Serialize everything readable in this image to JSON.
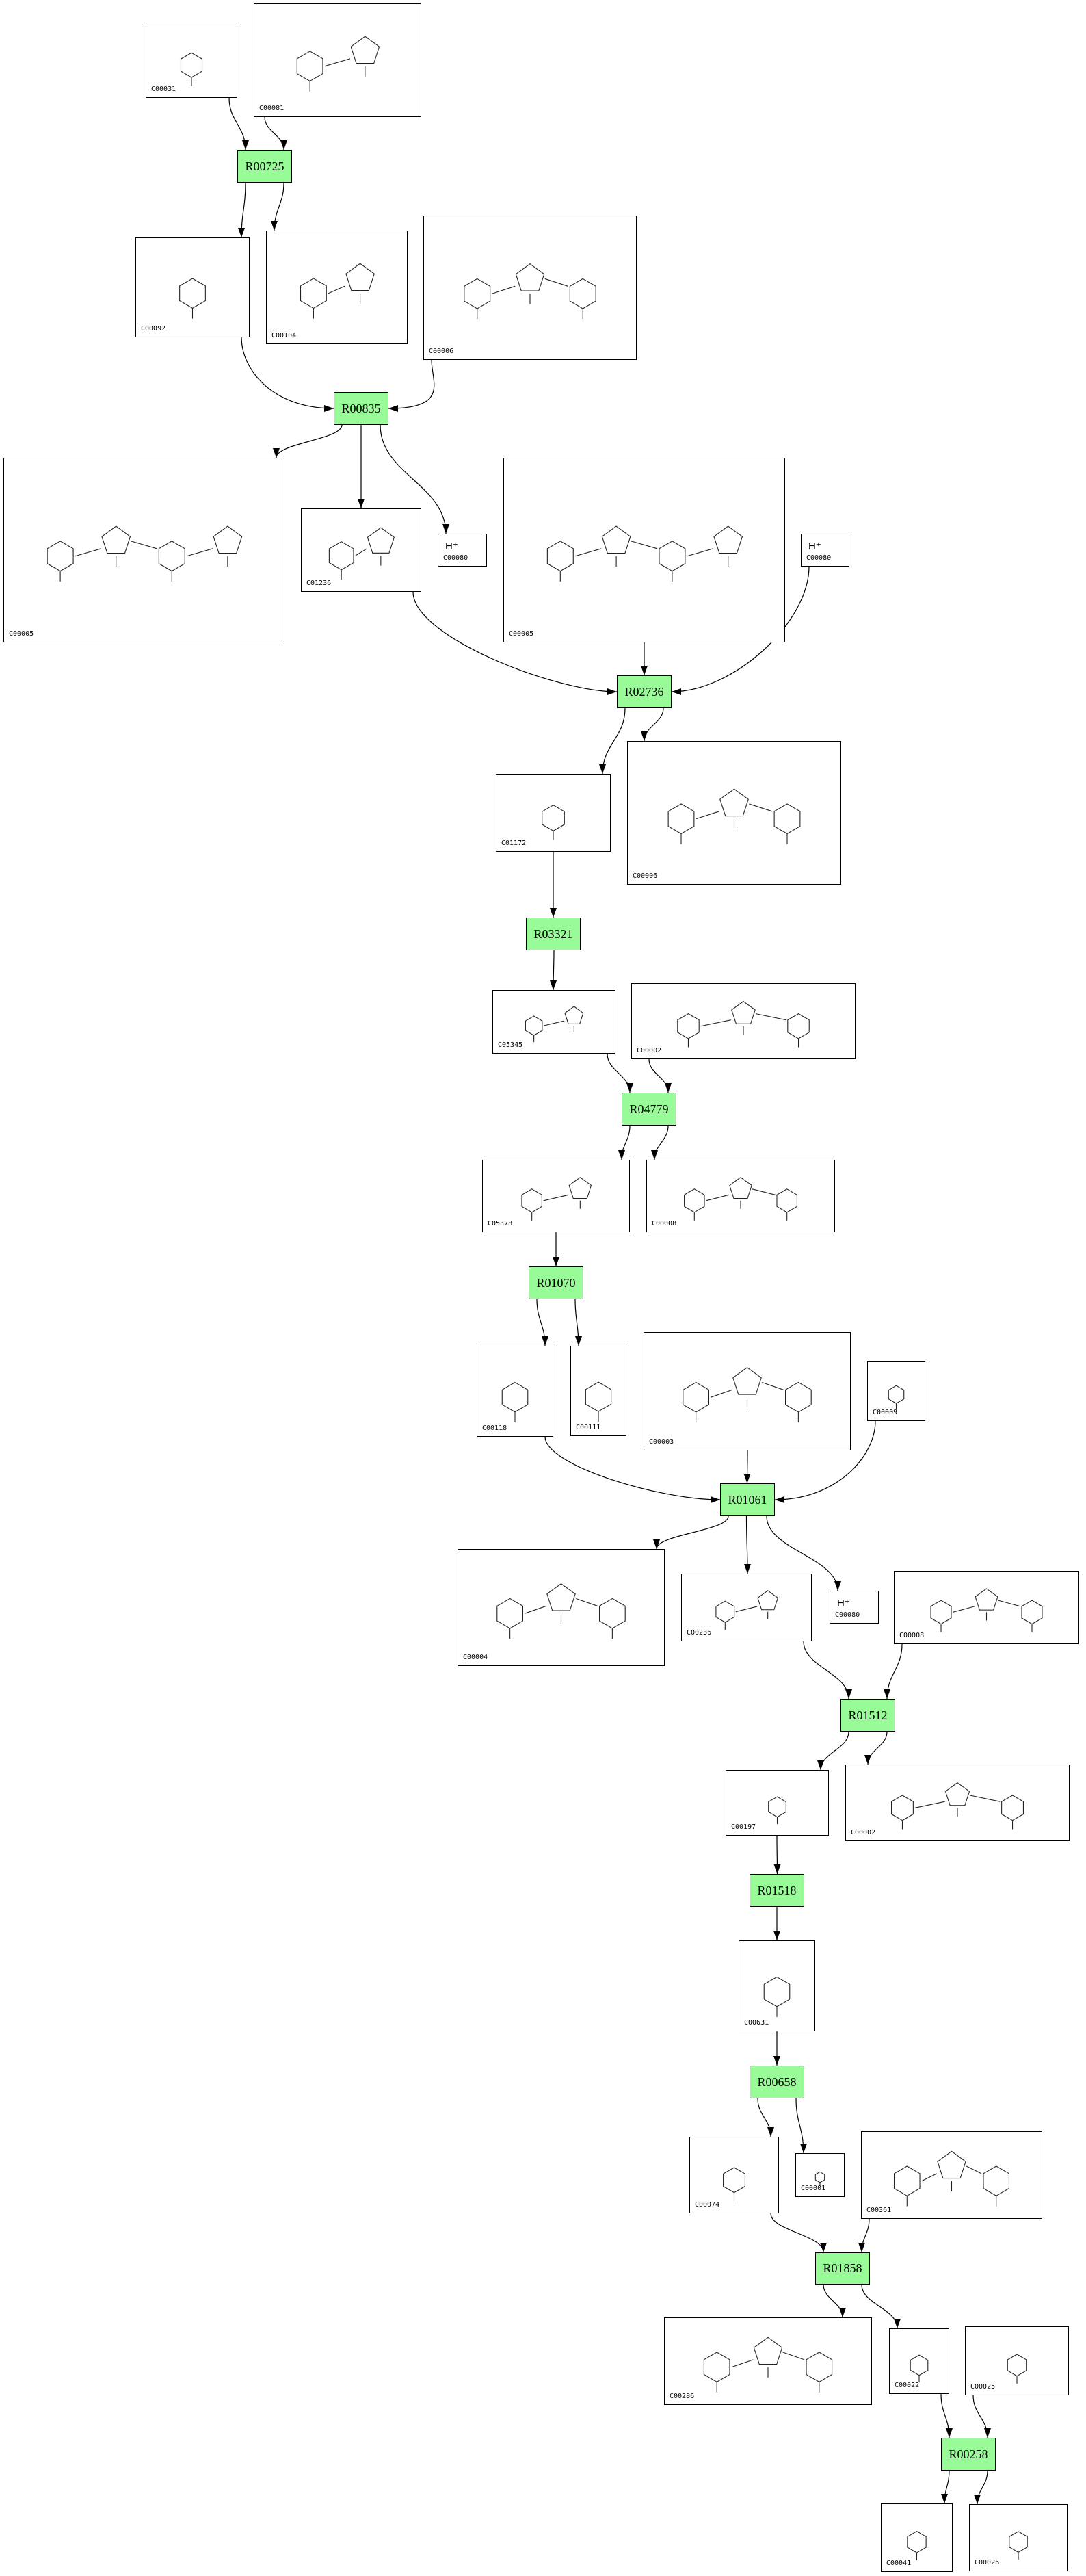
{
  "colors": {
    "reaction_fill": "#98fb98",
    "border": "#000000",
    "edge": "#000000"
  },
  "nodes": [
    {
      "key": "c00031",
      "type": "compound",
      "label": "C00031"
    },
    {
      "key": "c00081",
      "type": "compound",
      "label": "C00081"
    },
    {
      "key": "R00725",
      "type": "reaction",
      "label": "R00725"
    },
    {
      "key": "c00092",
      "type": "compound",
      "label": "C00092"
    },
    {
      "key": "c00104",
      "type": "compound",
      "label": "C00104"
    },
    {
      "key": "c00006a",
      "type": "compound",
      "label": "C00006"
    },
    {
      "key": "R00835",
      "type": "reaction",
      "label": "R00835"
    },
    {
      "key": "c00005a",
      "type": "compound",
      "label": "C00005"
    },
    {
      "key": "c01236",
      "type": "compound",
      "label": "C01236"
    },
    {
      "key": "c00080a",
      "type": "compound",
      "label": "C00080",
      "symbol": "H⁺"
    },
    {
      "key": "c00005b",
      "type": "compound",
      "label": "C00005"
    },
    {
      "key": "c00080b",
      "type": "compound",
      "label": "C00080",
      "symbol": "H⁺"
    },
    {
      "key": "R02736",
      "type": "reaction",
      "label": "R02736"
    },
    {
      "key": "c01172",
      "type": "compound",
      "label": "C01172"
    },
    {
      "key": "c00006b",
      "type": "compound",
      "label": "C00006"
    },
    {
      "key": "R03321",
      "type": "reaction",
      "label": "R03321"
    },
    {
      "key": "c05345",
      "type": "compound",
      "label": "C05345"
    },
    {
      "key": "c00002a",
      "type": "compound",
      "label": "C00002"
    },
    {
      "key": "R04779",
      "type": "reaction",
      "label": "R04779"
    },
    {
      "key": "c05378",
      "type": "compound",
      "label": "C05378"
    },
    {
      "key": "c00008a",
      "type": "compound",
      "label": "C00008"
    },
    {
      "key": "R01070",
      "type": "reaction",
      "label": "R01070"
    },
    {
      "key": "c00118",
      "type": "compound",
      "label": "C00118"
    },
    {
      "key": "c00111",
      "type": "compound",
      "label": "C00111"
    },
    {
      "key": "c00003a",
      "type": "compound",
      "label": "C00003"
    },
    {
      "key": "c00009",
      "type": "compound",
      "label": "C00009"
    },
    {
      "key": "R01061",
      "type": "reaction",
      "label": "R01061"
    },
    {
      "key": "c00004",
      "type": "compound",
      "label": "C00004"
    },
    {
      "key": "c00236",
      "type": "compound",
      "label": "C00236"
    },
    {
      "key": "c00080c",
      "type": "compound",
      "label": "C00080",
      "symbol": "H⁺"
    },
    {
      "key": "c00008b",
      "type": "compound",
      "label": "C00008"
    },
    {
      "key": "R01512",
      "type": "reaction",
      "label": "R01512"
    },
    {
      "key": "c00197",
      "type": "compound",
      "label": "C00197"
    },
    {
      "key": "c00002b",
      "type": "compound",
      "label": "C00002"
    },
    {
      "key": "R01518",
      "type": "reaction",
      "label": "R01518"
    },
    {
      "key": "c00631",
      "type": "compound",
      "label": "C00631"
    },
    {
      "key": "R00658",
      "type": "reaction",
      "label": "R00658"
    },
    {
      "key": "c00074",
      "type": "compound",
      "label": "C00074"
    },
    {
      "key": "c00001",
      "type": "compound",
      "label": "C00001"
    },
    {
      "key": "c00361",
      "type": "compound",
      "label": "C00361"
    },
    {
      "key": "R01858",
      "type": "reaction",
      "label": "R01858"
    },
    {
      "key": "c00286",
      "type": "compound",
      "label": "C00286"
    },
    {
      "key": "c00022",
      "type": "compound",
      "label": "C00022"
    },
    {
      "key": "c00025",
      "type": "compound",
      "label": "C00025"
    },
    {
      "key": "R00258",
      "type": "reaction",
      "label": "R00258"
    },
    {
      "key": "c00041",
      "type": "compound",
      "label": "C00041"
    },
    {
      "key": "c00026",
      "type": "compound",
      "label": "C00026"
    }
  ],
  "edges": [
    [
      "c00031",
      "R00725"
    ],
    [
      "c00081",
      "R00725"
    ],
    [
      "R00725",
      "c00092"
    ],
    [
      "R00725",
      "c00104"
    ],
    [
      "c00092",
      "R00835"
    ],
    [
      "c00006a",
      "R00835"
    ],
    [
      "R00835",
      "c00005a"
    ],
    [
      "R00835",
      "c01236"
    ],
    [
      "R00835",
      "c00080a"
    ],
    [
      "c01236",
      "R02736"
    ],
    [
      "c00005b",
      "R02736"
    ],
    [
      "c00080b",
      "R02736"
    ],
    [
      "R02736",
      "c01172"
    ],
    [
      "R02736",
      "c00006b"
    ],
    [
      "c01172",
      "R03321"
    ],
    [
      "R03321",
      "c05345"
    ],
    [
      "c05345",
      "R04779"
    ],
    [
      "c00002a",
      "R04779"
    ],
    [
      "R04779",
      "c05378"
    ],
    [
      "R04779",
      "c00008a"
    ],
    [
      "c05378",
      "R01070"
    ],
    [
      "R01070",
      "c00118"
    ],
    [
      "R01070",
      "c00111"
    ],
    [
      "c00118",
      "R01061"
    ],
    [
      "c00003a",
      "R01061"
    ],
    [
      "c00009",
      "R01061"
    ],
    [
      "R01061",
      "c00004"
    ],
    [
      "R01061",
      "c00236"
    ],
    [
      "R01061",
      "c00080c"
    ],
    [
      "c00236",
      "R01512"
    ],
    [
      "c00008b",
      "R01512"
    ],
    [
      "R01512",
      "c00197"
    ],
    [
      "R01512",
      "c00002b"
    ],
    [
      "c00197",
      "R01518"
    ],
    [
      "R01518",
      "c00631"
    ],
    [
      "c00631",
      "R00658"
    ],
    [
      "R00658",
      "c00074"
    ],
    [
      "R00658",
      "c00001"
    ],
    [
      "c00074",
      "R01858"
    ],
    [
      "c00361",
      "R01858"
    ],
    [
      "R01858",
      "c00286"
    ],
    [
      "R01858",
      "c00022"
    ],
    [
      "c00022",
      "R00258"
    ],
    [
      "c00025",
      "R00258"
    ],
    [
      "R00258",
      "c00041"
    ],
    [
      "R00258",
      "c00026"
    ]
  ]
}
